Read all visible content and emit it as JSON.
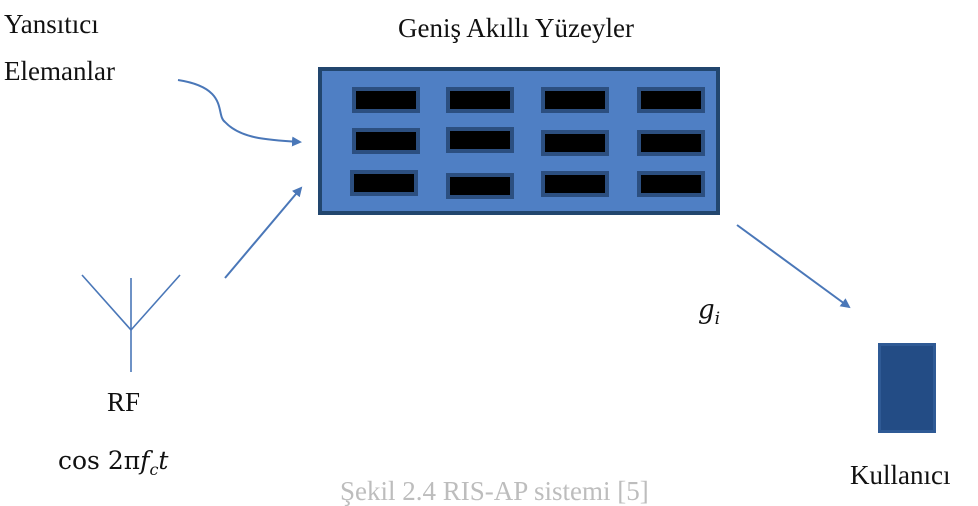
{
  "labels": {
    "reflectors_line1": "Yansıtıcı",
    "reflectors_line2": "Elemanlar",
    "surface_title": "Geniş Akıllı Yüzeyler",
    "channel": "g",
    "channel_sub": "i",
    "rf": "RF",
    "carrier_cos": "cos 2π",
    "carrier_f": "f",
    "carrier_sub": "c",
    "carrier_t": "t",
    "user": "Kullanıcı",
    "caption": "Şekil 2.4 RIS-AP sistemi [5]"
  },
  "colors": {
    "surface_fill": "#4f7fc4",
    "surface_border": "#22466e",
    "element_fill": "#000000",
    "element_border": "#2c4f80",
    "arrow": "#4a77b8",
    "antenna": "#4a77b8",
    "user_device": "#234c85"
  },
  "surface": {
    "rows": 3,
    "cols": 4
  },
  "icons": [
    "antenna-icon",
    "user-device-icon",
    "arrow"
  ]
}
